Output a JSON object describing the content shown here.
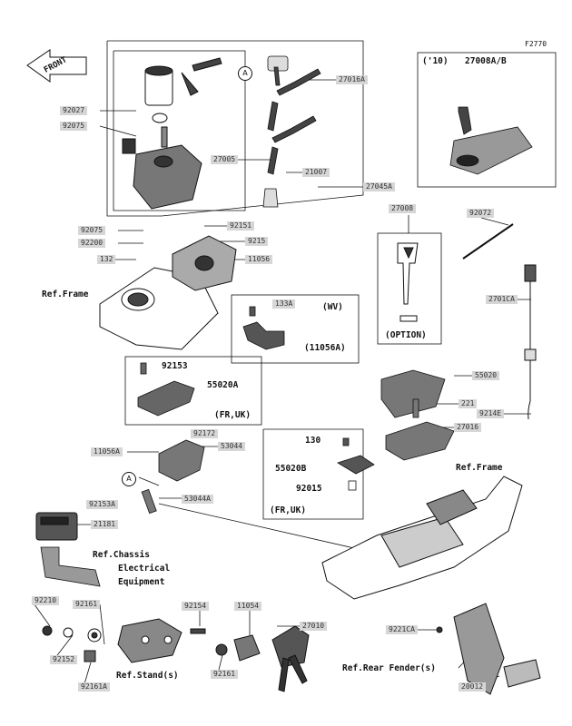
{
  "figure_id": "F2770",
  "front_label": "FRONT",
  "callout_marker": "A",
  "year_label": "('10)",
  "part_numbers": {
    "p27008AB": "27008A/B",
    "p92027": "92027",
    "p92075a": "92075",
    "p27016A": "27016A",
    "p27005": "27005",
    "p21007": "21007",
    "p27045A": "27045A",
    "p27008": "27008",
    "p92072": "92072",
    "p92075b": "92075",
    "p92151": "92151",
    "p92200": "92200",
    "p9215": "9215",
    "p132": "132",
    "p11056": "11056",
    "p2701CA": "2701CA",
    "p133A": "133A",
    "p92153": "92153",
    "p55020A": "55020A",
    "p55020": "55020",
    "p221": "221",
    "p9214E": "9214E",
    "p27016": "27016",
    "p92172": "92172",
    "p53044": "53044",
    "p11056A_l": "11056A",
    "p130": "130",
    "p55020B": "55020B",
    "p92015": "92015",
    "p92153A": "92153A",
    "p53044A": "53044A",
    "p21181": "21181",
    "p92210": "92210",
    "p92161a": "92161",
    "p92154": "92154",
    "p11054": "11054",
    "p27010": "27010",
    "p92152": "92152",
    "p92161b": "92161",
    "p92161A": "92161A",
    "p9221CA": "9221CA",
    "p20012": "20012"
  },
  "labels": {
    "ref_frame_left": "Ref.Frame",
    "ref_frame_right": "Ref.Frame",
    "wv": "(WV)",
    "p11056A_bold": "(11056A)",
    "option": "(OPTION)",
    "fr_uk_1": "(FR,UK)",
    "fr_uk_2": "(FR,UK)",
    "ref_chassis_1": "Ref.Chassis",
    "ref_chassis_2": "Electrical",
    "ref_chassis_3": "Equipment",
    "ref_stand": "Ref.Stand(s)",
    "ref_rear_fender": "Ref.Rear Fender(s)"
  }
}
